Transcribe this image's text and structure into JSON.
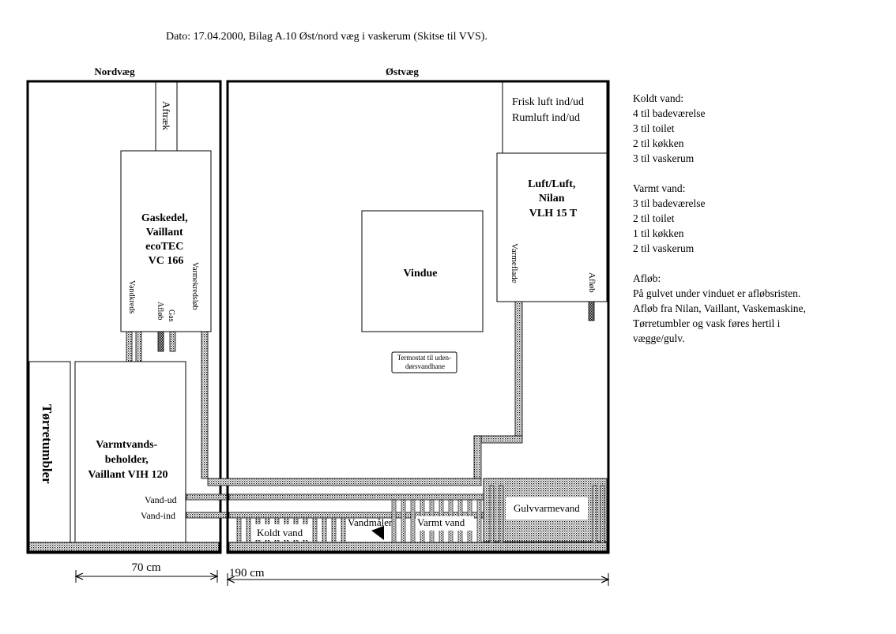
{
  "header": "Dato: 17.04.2000, Bilag A.10 Øst/nord væg i vaskerum (Skitse til VVS).",
  "walls": {
    "north": "Nordvæg",
    "east": "Østvæg"
  },
  "north_wall": {
    "aftraek": "Aftræk",
    "gaskedel": [
      "Gaskedel,",
      "Vaillant",
      "ecoTEC",
      "VC 166"
    ],
    "vandkreds": "Vandkreds",
    "afloeb": "Afløb",
    "gas": "Gas",
    "varmekredsloeb": "Varmekredsløb",
    "toerretumbler": "Tørretumbler",
    "varmtvandsbeholder": [
      "Varmtvands-",
      "beholder,",
      "Vaillant VIH 120"
    ],
    "vand_ud": "Vand-ud",
    "vand_ind": "Vand-ind"
  },
  "east_wall": {
    "frisk_luft": "Frisk luft ind/ud",
    "rumluft": "Rumluft ind/ud",
    "nilan": [
      "Luft/Luft,",
      "Nilan",
      "VLH 15 T"
    ],
    "varmeflade": "Varmeflade",
    "afloeb": "Afløb",
    "vindue": "Vindue",
    "termostat": [
      "Termostat til uden-",
      "dørsvandhane"
    ],
    "koldt_vand": "Koldt vand",
    "vandmaaler": "Vandmåler",
    "varmt_vand": "Varmt vand",
    "gulvvarmevand": "Gulvvarmevand"
  },
  "dimensions": {
    "north_width": "70 cm",
    "east_width": "190 cm"
  },
  "notes": {
    "koldt_title": "Koldt vand:",
    "koldt_items": [
      "4 til badeværelse",
      "3 til toilet",
      "2 til køkken",
      "3 til vaskerum"
    ],
    "varmt_title": "Varmt vand:",
    "varmt_items": [
      "3 til badeværelse",
      "2 til toilet",
      "1 til køkken",
      "2 til vaskerum"
    ],
    "afloeb_title": "Afløb:",
    "afloeb_lines": [
      "På gulvet under vinduet er afløbsristen.",
      "Afløb fra Nilan, Vaillant, Vaskemaskine,",
      "Tørretumbler og vask føres hertil i",
      "vægge/gulv."
    ]
  }
}
